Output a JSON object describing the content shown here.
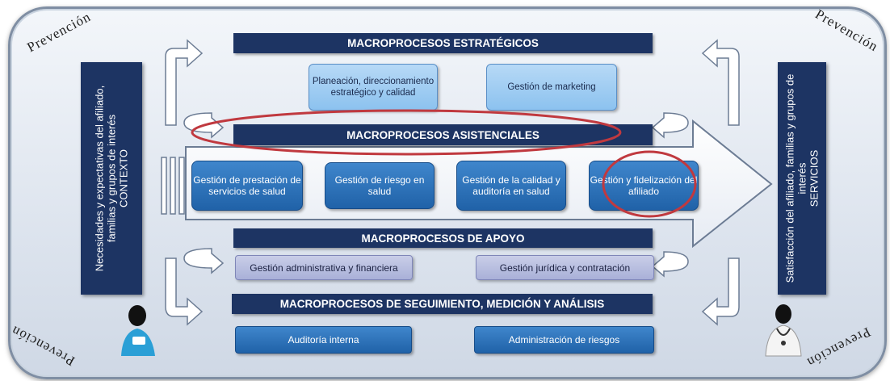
{
  "corner_labels": [
    "Prevención",
    "Prevención",
    "Prevención",
    "Prevención"
  ],
  "left_panel": {
    "line1": "Necesidades y expectativas del afiliado, familias y grupos de interés",
    "line2": "CONTEXTO"
  },
  "right_panel": {
    "line1": "Satisfacción del afiliado, familias y grupos de interés",
    "line2": "SERVICIOS"
  },
  "strategic": {
    "title": "MACROPROCESOS ESTRATÉGICOS",
    "items": [
      "Planeación, direccionamiento estratégico y calidad",
      "Gestión de marketing"
    ]
  },
  "care": {
    "title": "MACROPROCESOS ASISTENCIALES",
    "items": [
      "Gestión de prestación de servicios de salud",
      "Gestión de riesgo en salud",
      "Gestión de la calidad y auditoría en salud",
      "Gestión y fidelización del afiliado"
    ]
  },
  "support": {
    "title": "MACROPROCESOS DE APOYO",
    "items": [
      "Gestión administrativa y financiera",
      "Gestión jurídica y contratación"
    ]
  },
  "monitoring": {
    "title": "MACROPROCESOS  DE SEGUIMIENTO, MEDICIÓN Y ANÁLISIS",
    "items": [
      "Auditoría interna",
      "Administración de riesgos"
    ]
  },
  "colors": {
    "navy": "#1d3463",
    "highlight_ring": "#c0393f"
  }
}
